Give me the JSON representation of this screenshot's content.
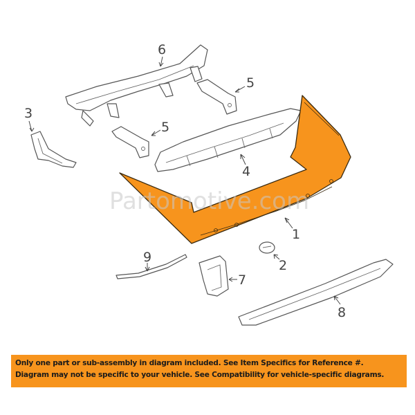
{
  "diagram": {
    "watermark": "Partomotive.com",
    "highlight_color": "#F7941D",
    "callouts": [
      {
        "id": "1",
        "label": "1"
      },
      {
        "id": "2",
        "label": "2"
      },
      {
        "id": "3",
        "label": "3"
      },
      {
        "id": "4",
        "label": "4"
      },
      {
        "id": "5a",
        "label": "5"
      },
      {
        "id": "5b",
        "label": "5"
      },
      {
        "id": "6",
        "label": "6"
      },
      {
        "id": "7",
        "label": "7"
      },
      {
        "id": "8",
        "label": "8"
      },
      {
        "id": "9",
        "label": "9"
      }
    ]
  },
  "banner": {
    "line1": "Only one part or sub-assembly in diagram included. See Item Specifics for Reference #.",
    "line2": "Diagram may not be specific to your vehicle. See Compatibility for vehicle-specific diagrams.",
    "color": "#F7941D"
  }
}
